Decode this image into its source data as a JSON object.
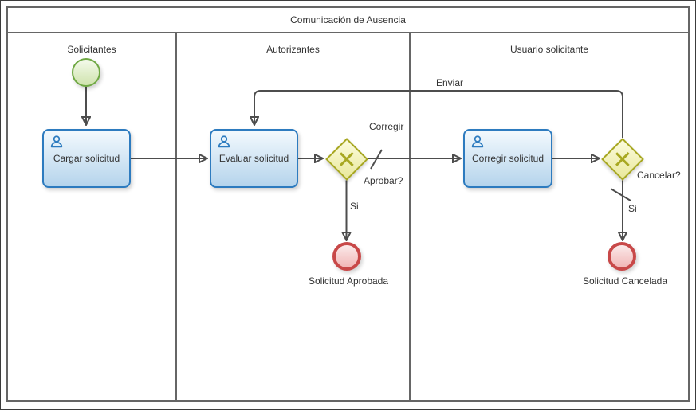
{
  "pool": {
    "title": "Comunicación de Ausencia",
    "lanes": [
      {
        "label": "Solicitantes"
      },
      {
        "label": "Autorizantes"
      },
      {
        "label": "Usuario solicitante"
      }
    ]
  },
  "nodes": {
    "start_event": {
      "type": "start-event"
    },
    "task_cargar": {
      "label": "Cargar solicitud"
    },
    "task_evaluar": {
      "label": "Evaluar solicitud"
    },
    "task_corregir": {
      "label": "Corregir solicitud"
    },
    "gateway_aprobar": {
      "label": "Aprobar?"
    },
    "gateway_cancelar": {
      "label": "Cancelar?"
    },
    "end_aprobada": {
      "label": "Solicitud Aprobada"
    },
    "end_cancelada": {
      "label": "Solicitud Cancelada"
    }
  },
  "edges": {
    "enviar": {
      "label": "Enviar"
    },
    "corregir": {
      "label": "Corregir"
    },
    "si_aprobar": {
      "label": "Si"
    },
    "si_cancelar": {
      "label": "Si"
    }
  },
  "colors": {
    "task_stroke": "#2d7bbf",
    "task_fill_top": "#f3f9fd",
    "task_fill_bottom": "#b5d4ec",
    "start_stroke": "#6fa843",
    "start_fill_bottom": "#cfe3ad",
    "gateway_stroke": "#a8a821",
    "gateway_fill_bottom": "#e9e89b",
    "end_stroke": "#c84848",
    "end_fill_bottom": "#f1b6b6",
    "edge_stroke": "#4d4d4d",
    "lane_border": "#666666",
    "text": "#333333"
  }
}
